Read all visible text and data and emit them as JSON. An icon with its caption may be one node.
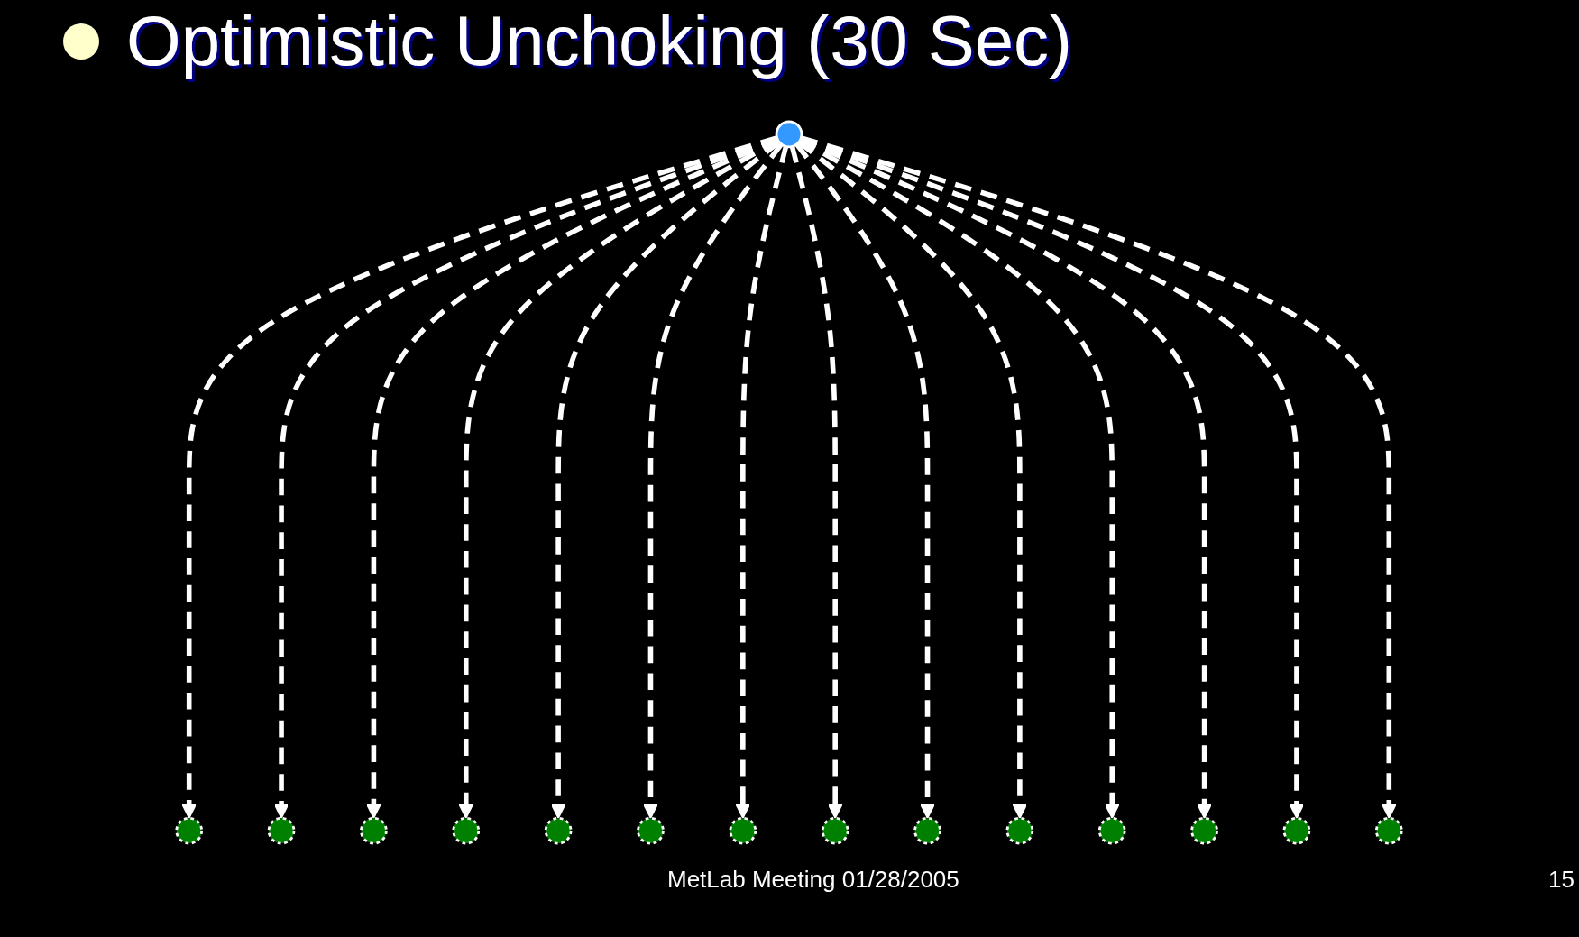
{
  "diagram": {
    "title": "Optimistic Unchoking (30 Sec)",
    "nodes": [
      {
        "text": [],
        "shape": "ellipse"
      },
      {
        "text": [],
        "shape": "ellipse"
      },
      {
        "text": [],
        "shape": "ellipse"
      },
      {
        "text": [],
        "shape": "ellipse"
      },
      {
        "text": [],
        "shape": "ellipse"
      },
      {
        "text": [],
        "shape": "ellipse"
      },
      {
        "text": [],
        "shape": "ellipse"
      },
      {
        "text": [],
        "shape": "ellipse"
      },
      {
        "text": [],
        "shape": "ellipse"
      },
      {
        "text": [],
        "shape": "ellipse"
      },
      {
        "text": [],
        "shape": "ellipse"
      },
      {
        "text": [],
        "shape": "ellipse"
      },
      {
        "text": [],
        "shape": "ellipse"
      },
      {
        "text": [],
        "shape": "ellipse"
      },
      {
        "text": [],
        "shape": "ellipse"
      }
    ],
    "edges": [
      {
        "from": 10,
        "to": 0,
        "arrow": "to",
        "style": "dashed"
      },
      {
        "from": 10,
        "to": 1,
        "arrow": "to",
        "style": "dashed"
      },
      {
        "from": 10,
        "to": 2,
        "arrow": "to",
        "style": "dashed"
      },
      {
        "from": 10,
        "to": 3,
        "arrow": "to",
        "style": "dashed"
      },
      {
        "from": 10,
        "to": 4,
        "arrow": "to",
        "style": "dashed"
      },
      {
        "from": 10,
        "to": 5,
        "arrow": "to",
        "style": "dashed"
      },
      {
        "from": 10,
        "to": 6,
        "arrow": "to",
        "style": "dashed"
      },
      {
        "from": 10,
        "to": 7,
        "arrow": "to",
        "style": "dashed"
      },
      {
        "from": 10,
        "to": 8,
        "arrow": "to",
        "style": "dashed"
      },
      {
        "from": 10,
        "to": 9,
        "arrow": "to",
        "style": "dashed"
      },
      {
        "from": 10,
        "to": 11,
        "arrow": "to",
        "style": "dashed"
      },
      {
        "from": 10,
        "to": 12,
        "arrow": "to",
        "style": "dashed"
      },
      {
        "from": 10,
        "to": 13,
        "arrow": "to",
        "style": "dashed"
      },
      {
        "from": 10,
        "to": 14,
        "arrow": "to",
        "style": "dashed"
      }
    ],
    "labels": [
      "MetLab Meeting 01/28/2005",
      "15"
    ]
  }
}
